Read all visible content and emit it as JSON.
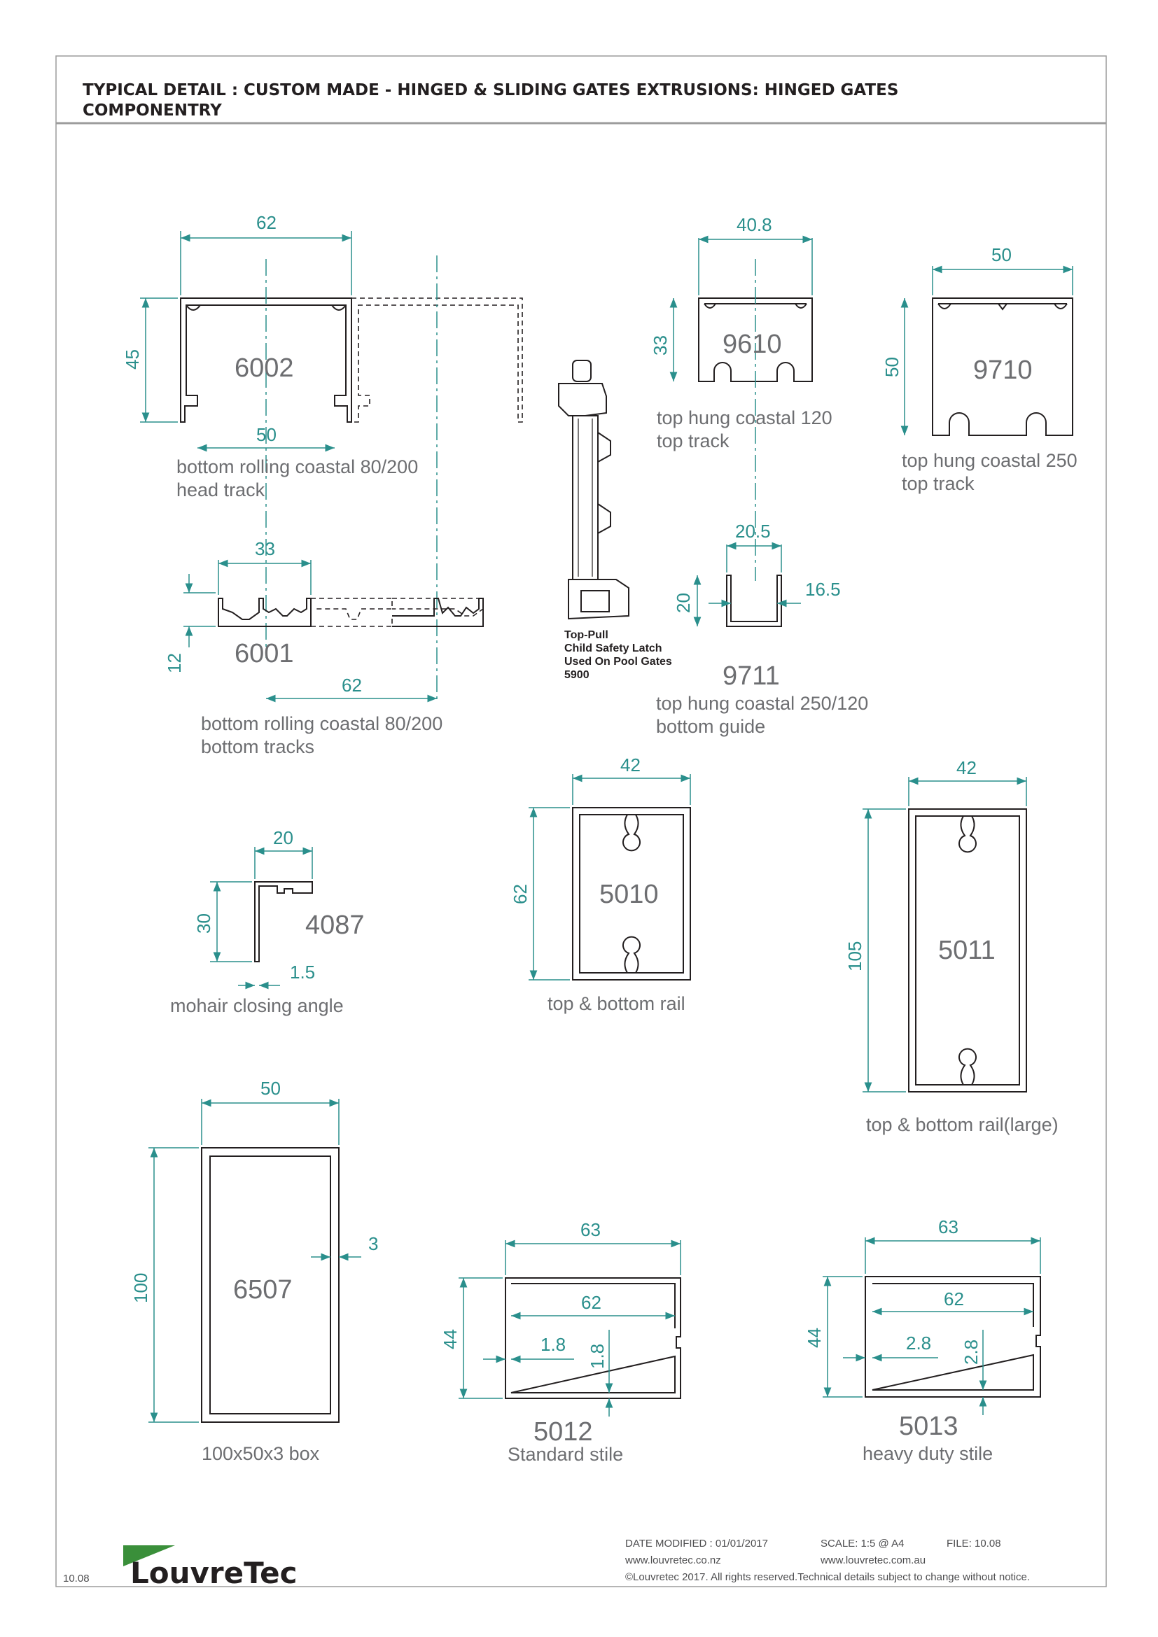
{
  "header": {
    "title_line1": "TYPICAL DETAIL : CUSTOM MADE - HINGED & SLIDING GATES EXTRUSIONS: HINGED GATES",
    "title_line2": "COMPONENTRY"
  },
  "colors": {
    "dimension": "#2a8f8c",
    "label": "#6d6e71",
    "profile": "#231f20",
    "logo_green": "#3a8f3a"
  },
  "profiles": {
    "p6002": {
      "code": "6002",
      "desc1": "bottom rolling coastal 80/200",
      "desc2": "head track",
      "d_width": "62",
      "d_height": "45",
      "d_inner": "50"
    },
    "p6001": {
      "code": "6001",
      "desc1": "bottom rolling coastal 80/200",
      "desc2": "bottom tracks",
      "d_top": "33",
      "d_height": "12",
      "d_span": "62"
    },
    "p5900": {
      "line1": "Top-Pull",
      "line2": "Child Safety Latch",
      "line3": "Used On Pool Gates",
      "line4": "5900"
    },
    "p9610": {
      "code": "9610",
      "desc1": "top hung coastal 120",
      "desc2": "top track",
      "d_width": "40.8",
      "d_height": "33"
    },
    "p9710": {
      "code": "9710",
      "desc1": "top hung coastal 250",
      "desc2": "top track",
      "d_width": "50",
      "d_height": "50"
    },
    "p9711": {
      "code": "9711",
      "desc1": "top hung coastal 250/120",
      "desc2": "bottom guide",
      "d_width": "20.5",
      "d_height": "20",
      "d_inner": "16.5"
    },
    "p4087": {
      "code": "4087",
      "desc1": "mohair closing angle",
      "d_width": "20",
      "d_height": "30",
      "d_thick": "1.5"
    },
    "p5010": {
      "code": "5010",
      "desc1": "top & bottom rail",
      "d_width": "42",
      "d_height": "62"
    },
    "p5011": {
      "code": "5011",
      "desc1": "top & bottom rail(large)",
      "d_width": "42",
      "d_height": "105"
    },
    "p6507": {
      "code": "6507",
      "desc1": "100x50x3 box",
      "d_width": "50",
      "d_height": "100",
      "d_thick": "3"
    },
    "p5012": {
      "code": "5012",
      "desc1": "Standard stile",
      "d_width": "63",
      "d_inner": "62",
      "d_height": "44",
      "d_wall": "1.8",
      "d_wall2": "1.8"
    },
    "p5013": {
      "code": "5013",
      "desc1": "heavy duty stile",
      "d_width": "63",
      "d_inner": "62",
      "d_height": "44",
      "d_wall": "2.8",
      "d_wall2": "2.8"
    }
  },
  "footer": {
    "page": "10.08",
    "brand": "LouvreTec",
    "date": "DATE MODIFIED : 01/01/2017",
    "scale": "SCALE: 1:5 @ A4",
    "file": "FILE: 10.08",
    "web_nz": "www.louvretec.co.nz",
    "web_au": "www.louvretec.com.au",
    "rights": "©Louvretec 2017. All rights reserved.Technical details subject to change without notice."
  }
}
